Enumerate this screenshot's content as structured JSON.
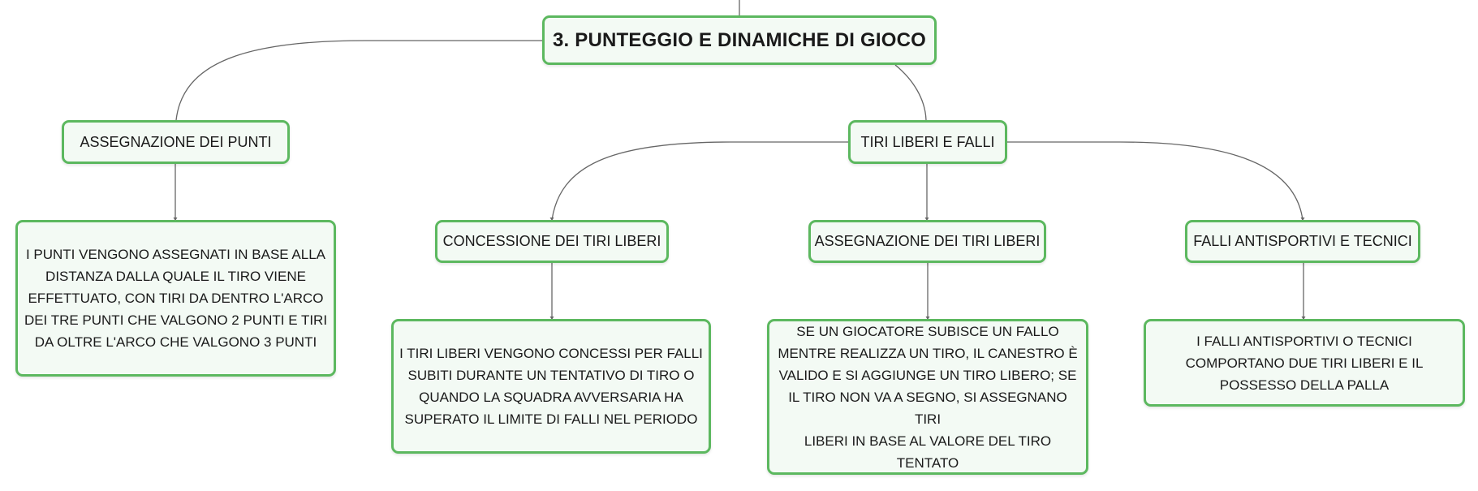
{
  "root": {
    "title": "3. PUNTEGGIO E DINAMICHE DI GIOCO"
  },
  "topics": {
    "assegnazione_punti": "ASSEGNAZIONE DEI PUNTI",
    "tiri_liberi_falli": "TIRI LIBERI E FALLI",
    "concessione": "CONCESSIONE DEI TIRI LIBERI",
    "assegnazione_tiri": "ASSEGNAZIONE DEI TIRI LIBERI",
    "falli_antisportivi": "FALLI ANTISPORTIVI E TECNICI"
  },
  "details": {
    "punti": [
      "I PUNTI VENGONO ASSEGNATI IN BASE ALLA",
      "DISTANZA DALLA QUALE IL TIRO VIENE",
      "EFFETTUATO, CON TIRI DA DENTRO L'ARCO",
      "DEI TRE PUNTI CHE VALGONO 2 PUNTI E TIRI",
      "DA OLTRE L'ARCO CHE VALGONO 3 PUNTI"
    ],
    "concessione": [
      "I TIRI LIBERI VENGONO CONCESSI PER FALLI",
      "SUBITI DURANTE UN TENTATIVO DI TIRO O",
      "QUANDO LA SQUADRA AVVERSARIA HA",
      "SUPERATO IL LIMITE DI FALLI NEL PERIODO"
    ],
    "assegnazione_tiri": [
      "SE UN GIOCATORE SUBISCE UN FALLO",
      "MENTRE REALIZZA UN TIRO, IL CANESTRO È",
      "VALIDO E SI AGGIUNGE UN TIRO LIBERO; SE",
      "IL TIRO NON VA A SEGNO, SI ASSEGNANO TIRI",
      "LIBERI IN BASE AL VALORE DEL TIRO TENTATO"
    ],
    "falli_antisportivi": [
      "I FALLI ANTISPORTIVI O TECNICI",
      "COMPORTANO DUE TIRI LIBERI E IL",
      "POSSESSO DELLA PALLA"
    ]
  },
  "colors": {
    "node_border": "#5cb85f",
    "node_fill": "#f3faf4",
    "connector": "#666666"
  }
}
